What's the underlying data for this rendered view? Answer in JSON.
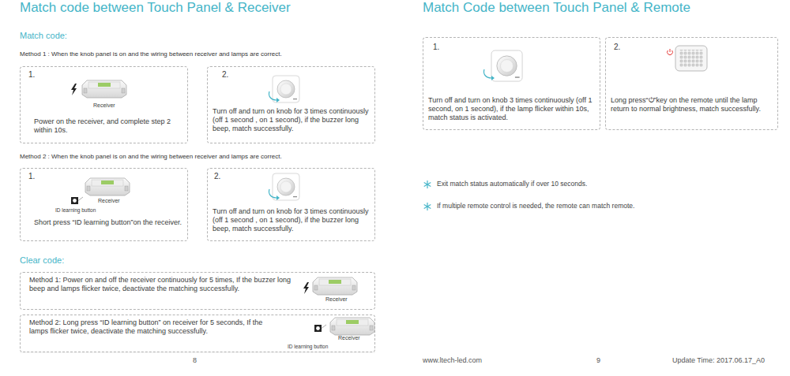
{
  "diagram": {
    "title": "Match code between Touch Panel & Receiver",
    "nodes": [
      {
        "text": [
          "1.",
          "Receiver",
          "Power on the receiver, and complete step 2 within 10s."
        ]
      },
      {
        "text": [
          "2.",
          "Turn off and turn on knob for 3 times continuously (off 1 second , on 1 second), if the buzzer long beep, match successfully."
        ]
      },
      {
        "text": [
          "1.",
          "Receiver",
          "ID learning button",
          "Short press “ID learning button”on the receiver."
        ]
      },
      {
        "text": [
          "2.",
          "Turn off and turn on knob for 3 times continuously (off 1 second , on 1 second), if the buzzer long beep, match successfully."
        ]
      },
      {
        "text": [
          "Method 1: Power on and off the receiver continuously for 5 times, If the buzzer long beep and lamps flicker twice, deactivate the matching successfully.",
          "Receiver"
        ]
      },
      {
        "text": [
          "Method 2: Long press “ID learning button” on receiver for 5 seconds, If the lamps flicker twice, deactivate the matching successfully.",
          "Receiver",
          "ID learning button"
        ]
      },
      {
        "text": [
          "1.",
          "Turn off and turn on knob 3 times continuously (off 1 second, on 1 second), if the lamp flicker within 10s, match status is activated."
        ]
      },
      {
        "text": [
          "2.",
          "Long press“⏻”key on the remote until the lamp return to normal brightness, match successfully."
        ]
      }
    ],
    "labels": [
      "Match Code between Touch Panel & Remote",
      "Match code:",
      "Method 1 : When the knob panel is on and the wiring between receiver and lamps are correct.",
      "Method 2 : When the knob panel is on and the wiring between receiver and lamps are correct.",
      "Clear code:",
      "8",
      "Exit match status automatically if over 10 seconds.",
      "If multiple remote control is needed, the remote can match remote.",
      "www.ltech-led.com",
      "9",
      "Update Time: 2017.06.17_A0"
    ]
  }
}
